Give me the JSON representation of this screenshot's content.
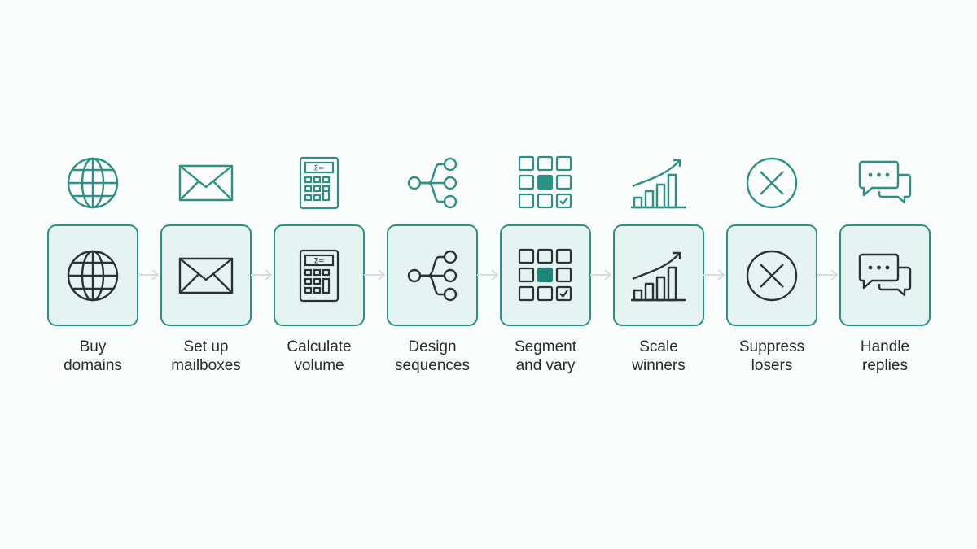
{
  "colors": {
    "accent": "#2a9184",
    "box_fill": "#e5f3f1",
    "icon_stroke": "#2a3333",
    "arrow": "#d7dddd"
  },
  "steps": [
    {
      "icon": "globe-icon",
      "line1": "Buy",
      "line2": "domains"
    },
    {
      "icon": "envelope-icon",
      "line1": "Set up",
      "line2": "mailboxes"
    },
    {
      "icon": "calculator-icon",
      "line1": "Calculate",
      "line2": "volume"
    },
    {
      "icon": "branch-icon",
      "line1": "Design",
      "line2": "sequences"
    },
    {
      "icon": "grid-icon",
      "line1": "Segment",
      "line2": "and vary"
    },
    {
      "icon": "growth-chart-icon",
      "line1": "Scale",
      "line2": "winners"
    },
    {
      "icon": "x-circle-icon",
      "line1": "Suppress",
      "line2": "losers"
    },
    {
      "icon": "chat-bubbles-icon",
      "line1": "Handle",
      "line2": "replies"
    }
  ]
}
